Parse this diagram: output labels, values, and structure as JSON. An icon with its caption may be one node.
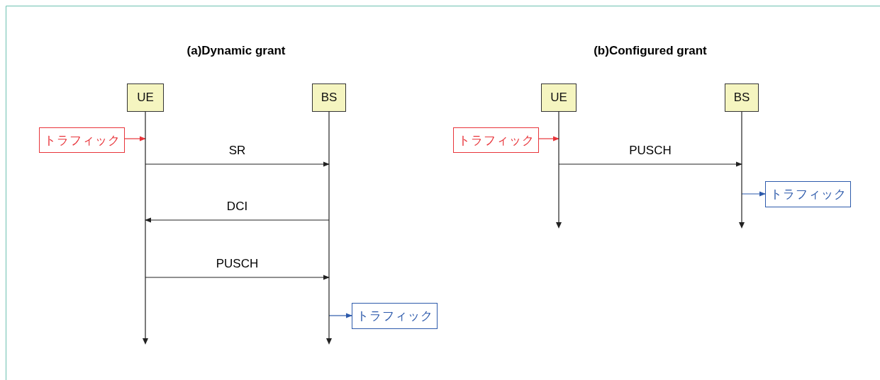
{
  "diagram": {
    "nodes": [
      {
        "text": [
          "UE"
        ]
      },
      {
        "text": [
          "BS"
        ]
      },
      {
        "text": [
          "トラフィック"
        ]
      },
      {
        "text": [
          "トラフィック"
        ]
      },
      {
        "text": [
          "UE"
        ]
      },
      {
        "text": [
          "BS"
        ]
      },
      {
        "text": [
          "トラフィック"
        ]
      },
      {
        "text": [
          "トラフィック"
        ]
      }
    ],
    "edges": [
      {
        "from": 2,
        "to": 0,
        "arrow": "to",
        "color": "#e8343a"
      },
      {
        "from": 0,
        "to": 1,
        "arrow": "to",
        "label": "SR"
      },
      {
        "from": 1,
        "to": 0,
        "arrow": "to",
        "label": "DCI"
      },
      {
        "from": 0,
        "to": 1,
        "arrow": "to",
        "label": "PUSCH"
      },
      {
        "from": 1,
        "to": 3,
        "arrow": "to",
        "color": "#2d5aab"
      },
      {
        "from": 6,
        "to": 4,
        "arrow": "to",
        "color": "#e8343a"
      },
      {
        "from": 4,
        "to": 5,
        "arrow": "to",
        "label": "PUSCH"
      },
      {
        "from": 5,
        "to": 7,
        "arrow": "to",
        "color": "#2d5aab"
      }
    ],
    "labels": [
      "(a)Dynamic grant",
      "(b)Configured grant"
    ]
  }
}
